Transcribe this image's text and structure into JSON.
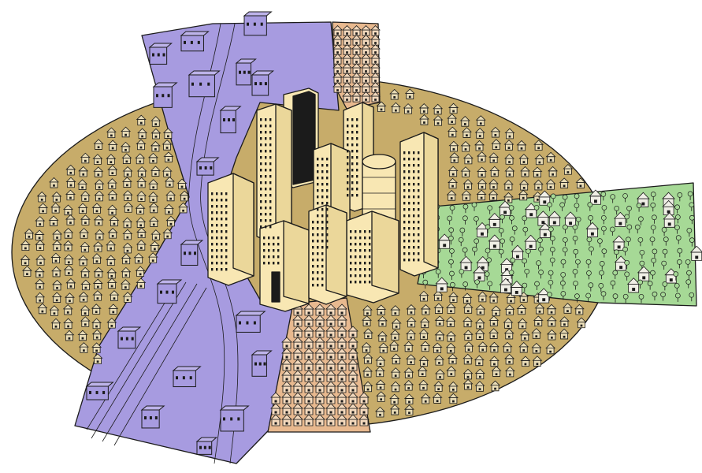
{
  "figure": {
    "colors": {
      "low_class_residential": "#c7ac6a",
      "industrial": "#a79be0",
      "cbd": "#f8e7b3",
      "middle_class_housing": "#e8b98f",
      "high_class_residential": "#a6d996",
      "ink": "#1b1b1b",
      "background": "#ffffff"
    },
    "zones": [
      {
        "id": "central-business-district",
        "color_key": "cbd"
      },
      {
        "id": "industrial-wedge",
        "color_key": "industrial"
      },
      {
        "id": "middle-class-wedge",
        "color_key": "middle_class_housing"
      },
      {
        "id": "high-class-wedge",
        "color_key": "high_class_residential"
      },
      {
        "id": "low-class-residential-ring",
        "color_key": "low_class_residential"
      }
    ],
    "icons": [
      "skyscraper-icon",
      "factory-icon",
      "house-icon",
      "tree-icon",
      "railway-icon",
      "road-icon"
    ]
  }
}
